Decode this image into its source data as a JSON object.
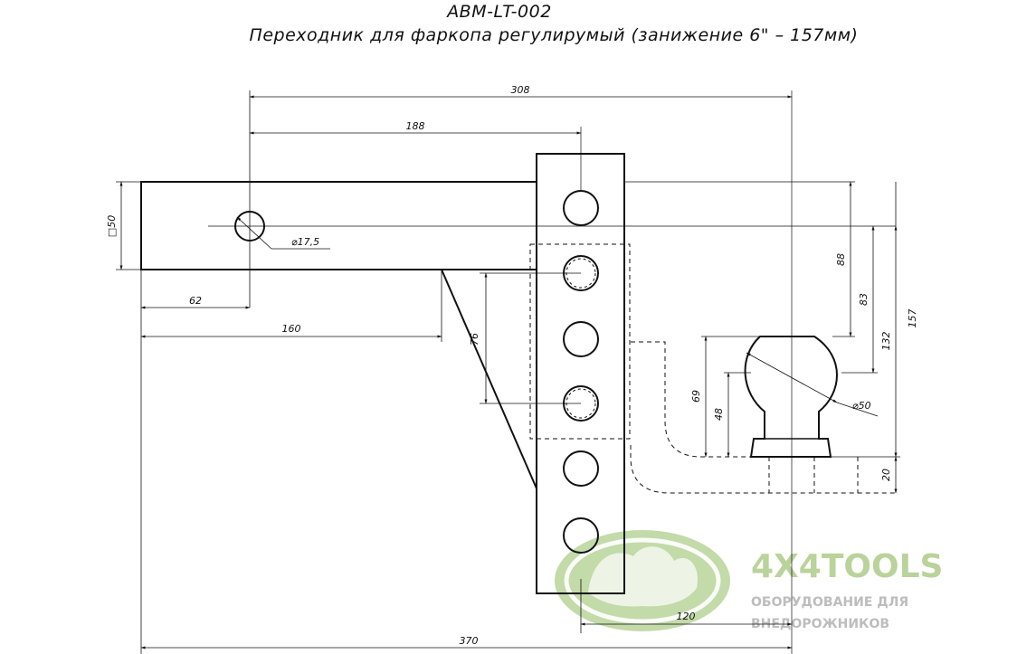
{
  "header": {
    "model": "ABM-LT-002",
    "description": "Переходник для фаркопа регулирумый (занижение 6\" – 157мм)"
  },
  "dimensions": {
    "d308": "308",
    "d188": "188",
    "d50sq": "□50",
    "d17_5": "⌀17,5",
    "d62": "62",
    "d160": "160",
    "d76": "76",
    "d88": "88",
    "d83": "83",
    "d132": "132",
    "d157": "157",
    "d69": "69",
    "d48": "48",
    "d50ball": "⌀50",
    "d20": "20",
    "d120": "120",
    "d370": "370"
  },
  "watermark": {
    "brand": "4X4TOOLS",
    "line1": "ОБОРУДОВАНИЕ ДЛЯ",
    "line2": "ВНЕДОРОЖНИКОВ",
    "color": "#b9d39a"
  }
}
